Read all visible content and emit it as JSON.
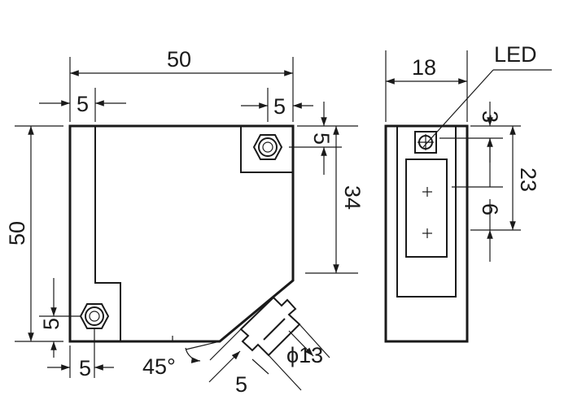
{
  "drawing": {
    "front_view": {
      "width_label": "50",
      "height_label": "50",
      "top_left_offset_label": "5",
      "top_right_offset_label": "5",
      "right_hole_vertical_label": "5",
      "right_height_label": "34",
      "bottom_left_vertical_label": "5",
      "bottom_left_horizontal_label": "5",
      "chamfer_angle_label": "45°",
      "connector_offset_label": "5",
      "connector_diameter_label": "ϕ13"
    },
    "side_view": {
      "width_label": "18",
      "led_label": "LED",
      "led_offset_label": "3",
      "window_height_label": "23",
      "window_lower_label": "6"
    }
  }
}
